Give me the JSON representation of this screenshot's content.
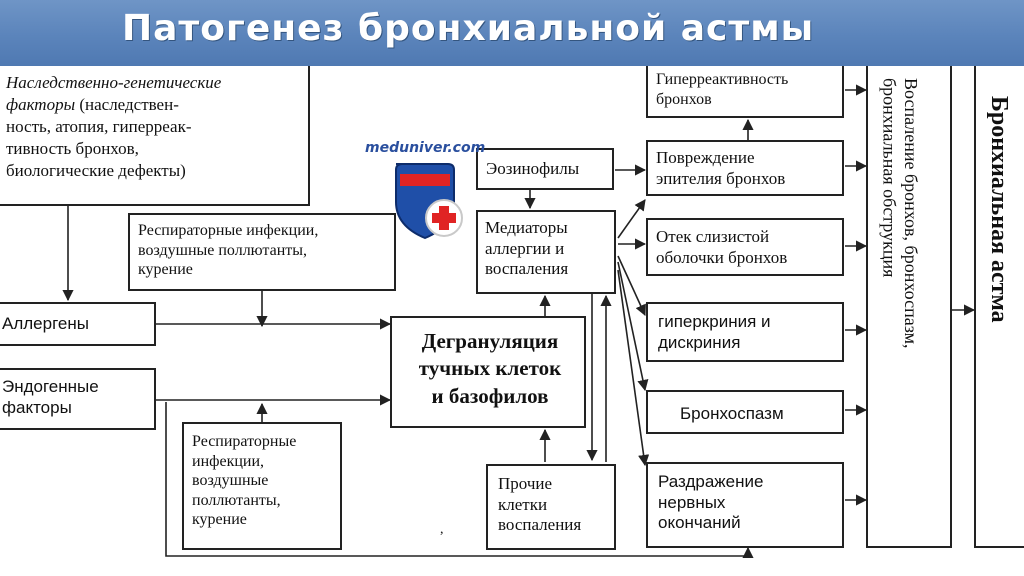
{
  "title": "Патогенез бронхиальной астмы",
  "watermark": "meduniver.com",
  "colors": {
    "banner": "#5b84bb",
    "title_text": "#ffffff",
    "line": "#222222",
    "logo_blue": "#1f4fa8",
    "logo_red": "#e02424"
  },
  "nodes": {
    "hereditary": {
      "label_italic": "Наследственно-генетические\nфакторы",
      "label_rest": " (наследствен-\nность, атопия, гиперреак-\nтивность бронхов,\nбиологические дефекты)"
    },
    "resp_infections_top": "Респираторные инфекции,\nвоздушные поллютанты,\nкурение",
    "allergens": "Аллергены",
    "endogenous": "Эндогенные\nфакторы",
    "resp_infections_bottom": "Респираторные\nинфекции,\nвоздушные\nполлютанты,\nкурение",
    "eosinophils": "Эозинофилы",
    "mediators": "Медиаторы\nаллергии и\nвоспаления",
    "degranulation": "Дегрануляция\nтучных клеток\nи базофилов",
    "other_cells": "Прочие\nклетки\nвоспаления",
    "hyperreactivity": "Гиперреактивность\nбронхов",
    "epithelium_damage": "Повреждение\nэпителия бронхов",
    "mucosa_edema": "Отек слизистой\nоболочки бронхов",
    "hypercrinia": "гиперкриния и\nдискриния",
    "bronchospasm": "Бронхоспазм",
    "nerve_irritation": "Раздражение\nнервных\nокончаний",
    "inflammation_summary": "Воспаление бронхов, бронхоспазм,\nбронхиальная обструкция",
    "asthma": "Бронхиальная астма"
  },
  "stray_mark": ","
}
